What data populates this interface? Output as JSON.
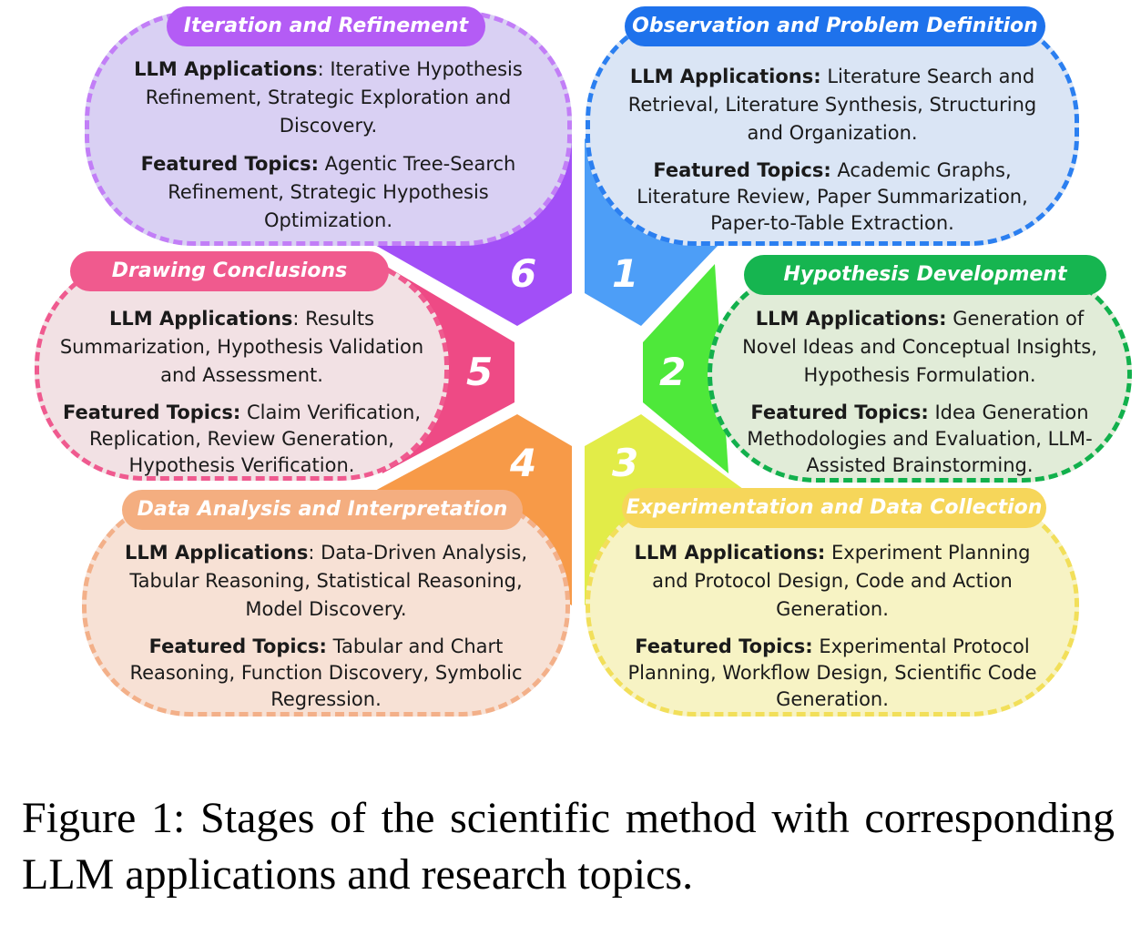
{
  "colors": {
    "stage1": "#2f7fe8",
    "stage2": "#1fbb55",
    "stage3": "#f2e04a",
    "stage4": "#f4a06a",
    "stage5": "#ee4f86",
    "stage6": "#a45cf0"
  },
  "stages": [
    {
      "number": "1",
      "title": "Observation and Problem Definition",
      "llm_label": "LLM Applications:",
      "llm_text": " Literature Search and Retrieval, Literature Synthesis, Structuring and Organization.",
      "topics_label": "Featured Topics:",
      "topics_text": " Academic Graphs, Literature Review, Paper Summarization, Paper-to-Table Extraction."
    },
    {
      "number": "2",
      "title": "Hypothesis Development",
      "llm_label": "LLM Applications:",
      "llm_text": " Generation of Novel Ideas and Conceptual Insights, Hypothesis Formulation.",
      "topics_label": "Featured Topics:",
      "topics_text": " Idea Generation Methodologies and Evaluation, LLM-Assisted Brainstorming."
    },
    {
      "number": "3",
      "title": "Experimentation and Data Collection",
      "llm_label": "LLM Applications:",
      "llm_text": " Experiment Planning and Protocol Design, Code and Action Generation.",
      "topics_label": "Featured Topics:",
      "topics_text": " Experimental Protocol Planning, Workflow Design, Scientific Code Generation."
    },
    {
      "number": "4",
      "title": "Data Analysis and Interpretation",
      "llm_label": "LLM Applications",
      "llm_text": ": Data-Driven Analysis, Tabular Reasoning, Statistical Reasoning, Model Discovery.",
      "topics_label": "Featured Topics:",
      "topics_text": " Tabular and Chart Reasoning, Function Discovery, Symbolic Regression."
    },
    {
      "number": "5",
      "title": "Drawing Conclusions",
      "llm_label": "LLM Applications",
      "llm_text": ": Results Summarization, Hypothesis Validation and Assessment.",
      "topics_label": "Featured Topics:",
      "topics_text": " Claim Verification, Replication, Review Generation, Hypothesis Verification."
    },
    {
      "number": "6",
      "title": "Iteration and Refinement",
      "llm_label": "LLM Applications",
      "llm_text": ": Iterative Hypothesis Refinement, Strategic Exploration and Discovery.",
      "topics_label": "Featured Topics:",
      "topics_text": " Agentic Tree-Search Refinement, Strategic Hypothesis Optimization."
    }
  ],
  "caption": "Figure 1: Stages of the scientific method with corresponding LLM applications and research topics."
}
